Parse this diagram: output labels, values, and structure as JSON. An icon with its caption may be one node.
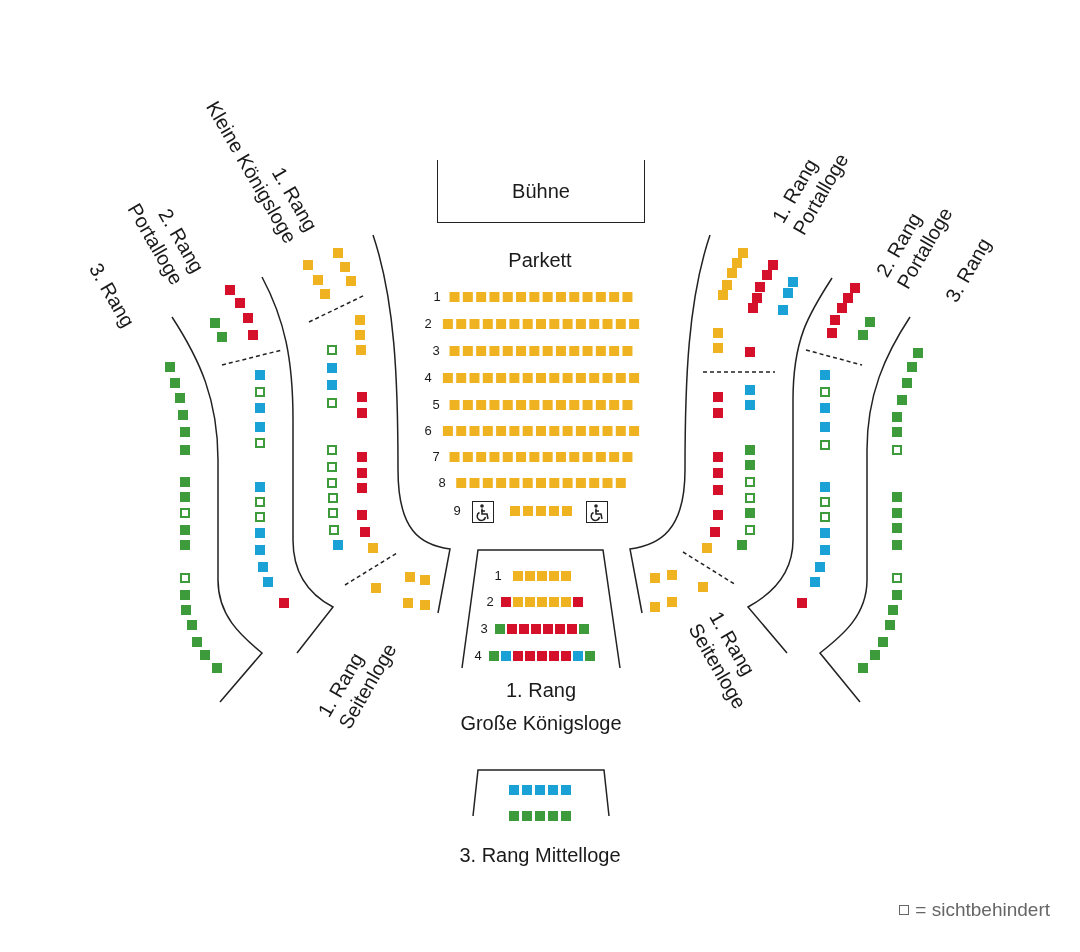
{
  "diagram": {
    "nodes": [
      {
        "text": [
          "Bühne"
        ]
      },
      {
        "text": [
          "1. Rang",
          "Große Königsloge"
        ]
      },
      {
        "text": [
          "3. Rang Mittelloge"
        ]
      }
    ],
    "labels": [
      "1. Rang",
      "Kleine Königsloge",
      "2. Rang",
      "Portalloge",
      "3. Rang",
      "Parkett",
      "1. Rang",
      "Portalloge",
      "2. Rang",
      "Portalloge",
      "3. Rang",
      "1",
      "2",
      "3",
      "4",
      "5",
      "6",
      "7",
      "8",
      "9",
      "1",
      "2",
      "3",
      "4",
      "1. Rang",
      "Seitenloge",
      "1. Rang",
      "Seitenloge"
    ],
    "legend": [
      {
        "text": "= sichtbehindert"
      }
    ]
  }
}
